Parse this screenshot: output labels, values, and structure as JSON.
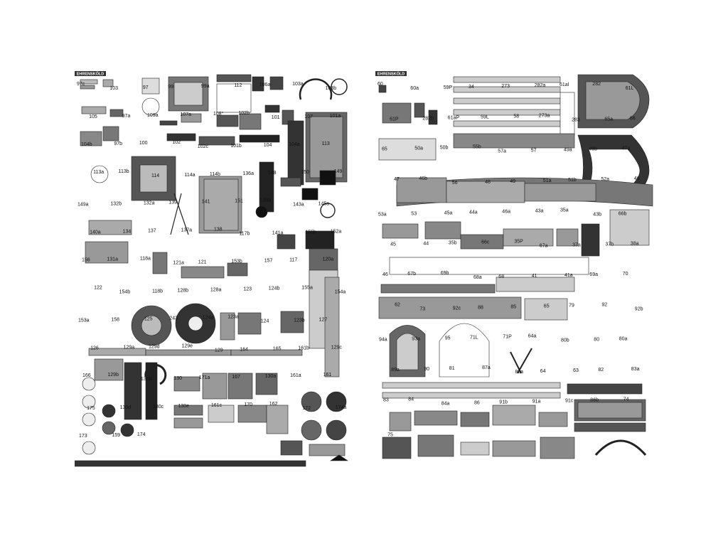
{
  "sheets": [
    {
      "id": "left",
      "header_label": "EHRENSKÖLD",
      "part_labels": [
        "97c",
        "103",
        "97",
        "99",
        "99a",
        "112",
        "106a",
        "103a",
        "103b",
        "105",
        "97a",
        "109a",
        "107a",
        "108°",
        "102b",
        "101",
        "107",
        "101a",
        "104b",
        "97b",
        "100",
        "102",
        "102c",
        "101b",
        "104",
        "104a",
        "113",
        "113a",
        "113b",
        "114",
        "114a",
        "114b",
        "136a",
        "148",
        "150",
        "149",
        "149a",
        "132b",
        "132a",
        "139",
        "141",
        "151",
        "138b",
        "143a",
        "145a",
        "140a",
        "134",
        "137",
        "137a",
        "138",
        "117b",
        "141a",
        "155b",
        "152a",
        "156",
        "131a",
        "118a",
        "121a",
        "121",
        "153b",
        "157",
        "117",
        "120a",
        "122",
        "154b",
        "118b",
        "128b",
        "128a",
        "123",
        "124b",
        "155a",
        "154a",
        "153a",
        "158",
        "125",
        "243",
        "124a",
        "123a",
        "124",
        "123b",
        "127",
        "126",
        "129a",
        "129d",
        "129e",
        "129",
        "164",
        "165",
        "161b",
        "129c",
        "166",
        "129b",
        "130b",
        "130",
        "171a",
        "167",
        "130a",
        "161a",
        "161",
        "175",
        "130d",
        "130c",
        "130e",
        "161c",
        "170",
        "162",
        "172",
        "174a",
        "173",
        "159",
        "174"
      ]
    },
    {
      "id": "right",
      "header_label": "EHRENSKÖLD",
      "part_labels": [
        "60",
        "60a",
        "59P",
        "34",
        "273",
        "282a",
        "61al",
        "282",
        "61L",
        "61P",
        "282b",
        "61aP",
        "59L",
        "58",
        "273a",
        "283",
        "65a",
        "66",
        "65",
        "50a",
        "50b",
        "55b",
        "57a",
        "57",
        "49a",
        "49b",
        "47a",
        "47",
        "46b",
        "56",
        "48",
        "49",
        "51a",
        "51b",
        "52a",
        "46",
        "53a",
        "53",
        "45a",
        "44a",
        "46a",
        "43a",
        "35a",
        "43b",
        "66b",
        "45",
        "44",
        "35b",
        "66c",
        "35P",
        "67a",
        "37a",
        "37b",
        "38a",
        "46",
        "67b",
        "69b",
        "68a",
        "68",
        "41",
        "41a",
        "69a",
        "70",
        "62",
        "73",
        "92c",
        "88",
        "85",
        "65",
        "79",
        "92",
        "92b",
        "94a",
        "93a",
        "95",
        "71L",
        "71P",
        "64a",
        "80b",
        "80",
        "80a",
        "89a",
        "90",
        "81",
        "87a",
        "86a",
        "64",
        "63",
        "82",
        "83a",
        "83",
        "84",
        "84a",
        "86",
        "91b",
        "91a",
        "91c",
        "86b",
        "74",
        "75"
      ]
    }
  ]
}
